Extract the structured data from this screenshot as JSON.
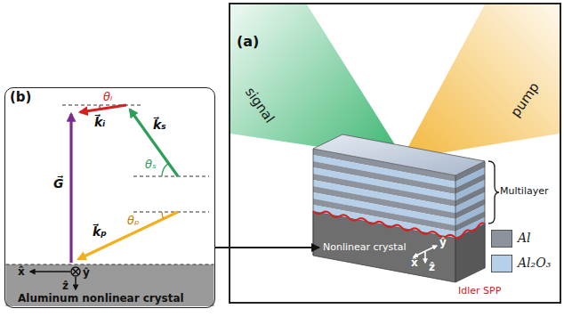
{
  "diagram": {
    "nodes": [
      {
        "text": [
          "(b)"
        ]
      },
      {
        "text": [
          "Aluminum nonlinear crystal"
        ],
        "in": 0
      },
      {
        "text": [
          "(a)"
        ]
      },
      {
        "text": [
          "Nonlinear crystal"
        ],
        "in": 2
      }
    ],
    "edges": [
      {
        "from": 0,
        "to": 3,
        "arrow": "to"
      }
    ],
    "labels": [
      "signal",
      "pump",
      "Multilayer",
      "x̂",
      "ŷ",
      "ẑ",
      "Idler SPP",
      "θᵢ",
      "k⃗ᵢ",
      "k⃗ₛ",
      "θₛ",
      "G⃗",
      "k⃗ₚ",
      "θₚ",
      "x̂",
      "ŷ",
      "ẑ"
    ],
    "legend": [
      {
        "text": "Al",
        "color": "#8d939c"
      },
      {
        "text": "Al₂O₃",
        "color": "#b6d0ea"
      }
    ]
  }
}
